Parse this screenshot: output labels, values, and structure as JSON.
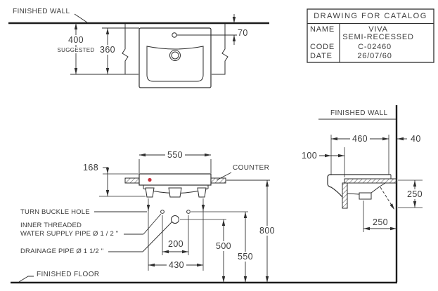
{
  "plan": {
    "finished_wall": "FINISHED WALL",
    "dim_depth_suggested": "400",
    "dim_depth_note": "SUGGESTED",
    "dim_recess_depth": "360",
    "dim_faucet_from_wall": "70"
  },
  "front": {
    "dim_width": "550",
    "dim_height": "168",
    "counter_label": "COUNTER",
    "dim_supply_spacing": "200",
    "dim_fixing_spacing": "430",
    "dim_drain_height": "500",
    "dim_supply_height": "550",
    "dim_counter_height": "800"
  },
  "side": {
    "finished_wall": "FINISHED WALL",
    "dim_depth": "460",
    "dim_back_gap": "40",
    "dim_front_overhang": "100",
    "dim_drain_drop": "250",
    "dim_drain_from_wall": "250"
  },
  "callouts": {
    "turn_buckle": "TURN BUCKLE HOLE",
    "supply_line1": "INNER THREADED",
    "supply_line2": "WATER SUPPLY PIPE Ø 1 / 2 \"",
    "drainage": "DRAINAGE PIPE Ø 1 1/2 \"",
    "finished_floor": "FINISHED FLOOR"
  },
  "title_block": {
    "title": "DRAWING FOR CATALOG",
    "name_label": "NAME",
    "name_value_line1": "VIVA",
    "name_value_line2": "SEMI-RECESSED",
    "code_label": "CODE",
    "code_value": "C-02460",
    "date_label": "DATE",
    "date_value": "26/07/60"
  },
  "colors": {
    "line": "#2e2e2e",
    "thick_line": "#1c1c1c",
    "accent_dot": "#c5303a",
    "background": "#ffffff"
  }
}
